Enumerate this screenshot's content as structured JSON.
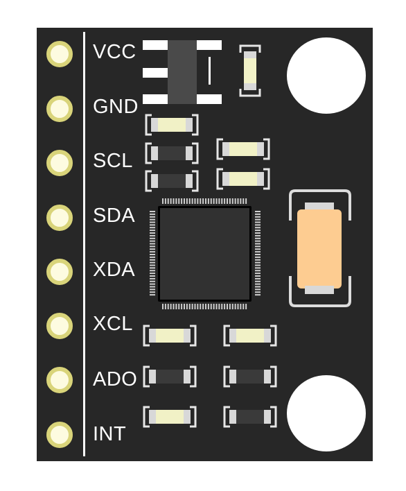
{
  "pins": [
    {
      "label": "VCC"
    },
    {
      "label": "GND"
    },
    {
      "label": "SCL"
    },
    {
      "label": "SDA"
    },
    {
      "label": "XDA"
    },
    {
      "label": "XCL"
    },
    {
      "label": "ADO"
    },
    {
      "label": "INT"
    }
  ],
  "colors": {
    "board": "#272727",
    "pad_ring": "#d9d47a",
    "pad_center": "#fdfbe0",
    "silkscreen": "#ffffff",
    "chip": "#313131",
    "capacitor": "#fdcc91",
    "led_on": "#f1f1c6",
    "led_off": "#3a3a3a"
  }
}
